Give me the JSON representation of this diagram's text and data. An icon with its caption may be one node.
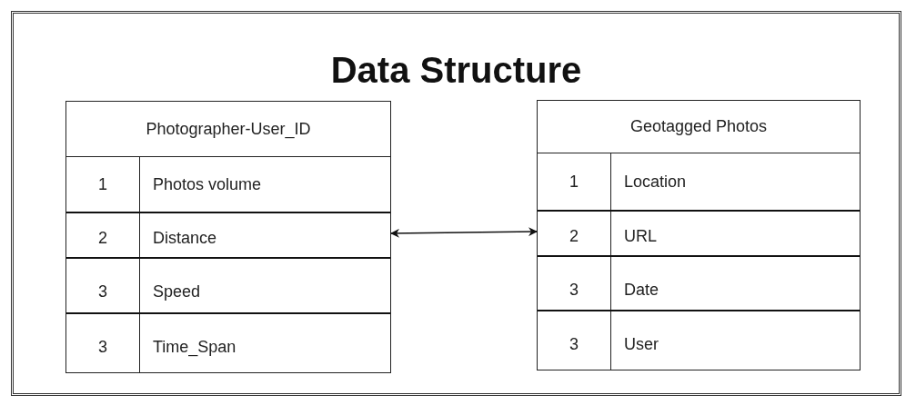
{
  "diagram": {
    "title": "Data Structure",
    "nodes": [
      {
        "text": [
          "Photographer-User_ID"
        ]
      },
      {
        "text": [
          "1",
          "Photos volume"
        ],
        "in": 0
      },
      {
        "text": [
          "2",
          "Distance"
        ],
        "in": 0
      },
      {
        "text": [
          "3",
          "Speed"
        ],
        "in": 0
      },
      {
        "text": [
          "3",
          "Time_Span"
        ],
        "in": 0
      },
      {
        "text": [
          "Geotagged Photos"
        ]
      },
      {
        "text": [
          "1",
          "Location"
        ],
        "in": 5
      },
      {
        "text": [
          "2",
          "URL"
        ],
        "in": 5
      },
      {
        "text": [
          "3",
          "Date"
        ],
        "in": 5
      },
      {
        "text": [
          "3",
          "User"
        ],
        "in": 5
      }
    ],
    "edges": [
      {
        "from": 2,
        "to": 7,
        "arrow": "both"
      }
    ]
  }
}
